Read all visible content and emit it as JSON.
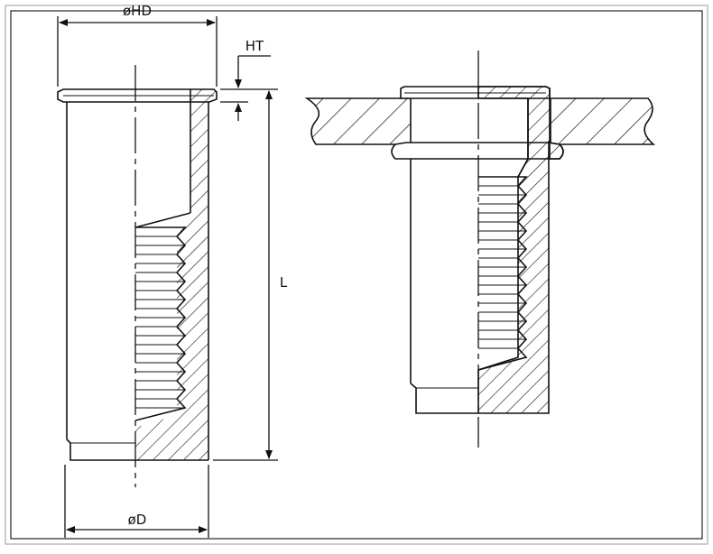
{
  "labels": {
    "head_diameter": "øHD",
    "head_thickness": "HT",
    "length": "L",
    "diameter": "øD"
  },
  "colors": {
    "line": "#111111",
    "background": "#ffffff",
    "frame": "#bbbbbb"
  }
}
